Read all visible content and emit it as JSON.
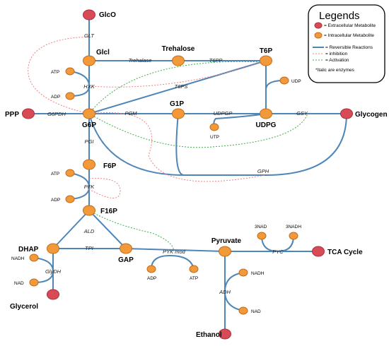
{
  "legend": {
    "title": "Legends",
    "extracellular": "= Extracellular Metabolite",
    "intracellular": "= Intracellular Metabolite",
    "reversible": "= Reversible Reactions",
    "inhibition": "= inhibition",
    "activation": "= Activation",
    "note": "*Italic are enzymes"
  },
  "colors": {
    "intracellular": "#f2993a",
    "extracellular": "#d84a55",
    "reaction": "#4e86b8",
    "inhibition": "#f08080",
    "activation": "#3fae49"
  },
  "metabolites": {
    "glco": "GlcO",
    "glci": "Glcl",
    "trehalose": "Trehalose",
    "t6p": "T6P",
    "ppp": "PPP",
    "g6p": "G6P",
    "g1p": "G1P",
    "udpg": "UDPG",
    "glycogen": "Glycogen",
    "f6p": "F6P",
    "f16p": "F16P",
    "dhap": "DHAP",
    "gap": "GAP",
    "pyruvate": "Pyruvate",
    "tca": "TCA Cycle",
    "glycerol": "Glycerol",
    "ethanol": "Ethanol"
  },
  "cofactors": {
    "atp_hxk": "ATP",
    "adp_hxk": "ADP",
    "udp": "UDP",
    "utp": "UTP",
    "atp_pfk": "ATP",
    "adp_pfk": "ADP",
    "nadh_gpdh": "NADH",
    "nad_gpdh": "NAD",
    "adp_pyk": "ADP",
    "atp_pyk": "ATP",
    "nad_pyc": "3NAD",
    "nadh_pyc": "3NADH",
    "nadh_adh": "NADH",
    "nad_adh": "NAD"
  },
  "enzymes": {
    "glt": "GLT",
    "trehalase": "Trehalase",
    "t6pp": "T6PP",
    "hxk": "HXK",
    "t6ps": "T6PS",
    "g6pdh": "G6PDH",
    "pgm": "PGM",
    "udpgp": "UDPGP",
    "gsy": "GSY",
    "pgi": "PGI",
    "gph": "GPH",
    "pfk": "PFK",
    "ald": "ALD",
    "tpi": "TPI",
    "pyk": "PYK mod",
    "pyc": "PYC",
    "gpdh": "GlyDH",
    "adh": "ADH"
  }
}
